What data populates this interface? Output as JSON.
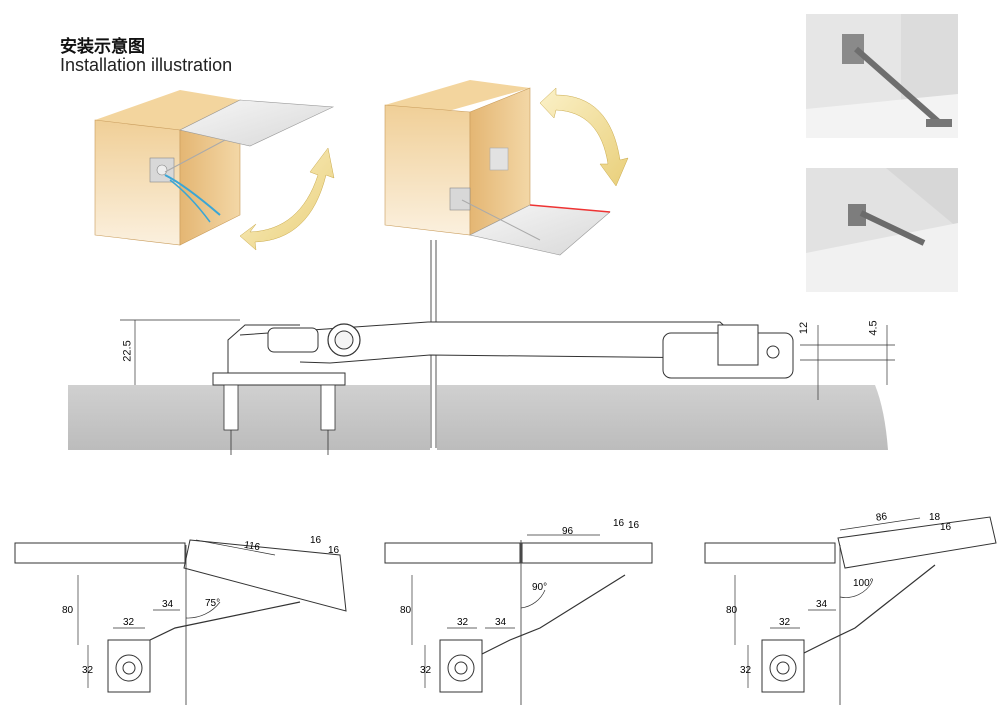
{
  "title": {
    "chinese": "安装示意图",
    "english": "Installation illustration"
  },
  "section_view": {
    "dims": {
      "height_left": "22.5",
      "offset_right": "12",
      "offset_far": "4.5"
    }
  },
  "diagrams": [
    {
      "d_top": "116",
      "d_s1": "16",
      "d_s2": "16",
      "d_v": "80",
      "d_h1": "32",
      "d_h2": "34",
      "d_base": "32",
      "angle": "75°"
    },
    {
      "d_top": "96",
      "d_s1": "16",
      "d_s2": "16",
      "d_v": "80",
      "d_h1": "32",
      "d_h2": "34",
      "d_base": "32",
      "angle": "90°"
    },
    {
      "d_top": "86",
      "d_s1": "18",
      "d_s2": "16",
      "d_v": "80",
      "d_h1": "32",
      "d_h2": "34",
      "d_base": "32",
      "angle": "100°"
    }
  ],
  "colors": {
    "wood": "#f5dcb0",
    "wood_dark": "#e8bf84",
    "arrow": "#f3e2a0",
    "line": "#333333",
    "panel": "#bdbdbd"
  }
}
